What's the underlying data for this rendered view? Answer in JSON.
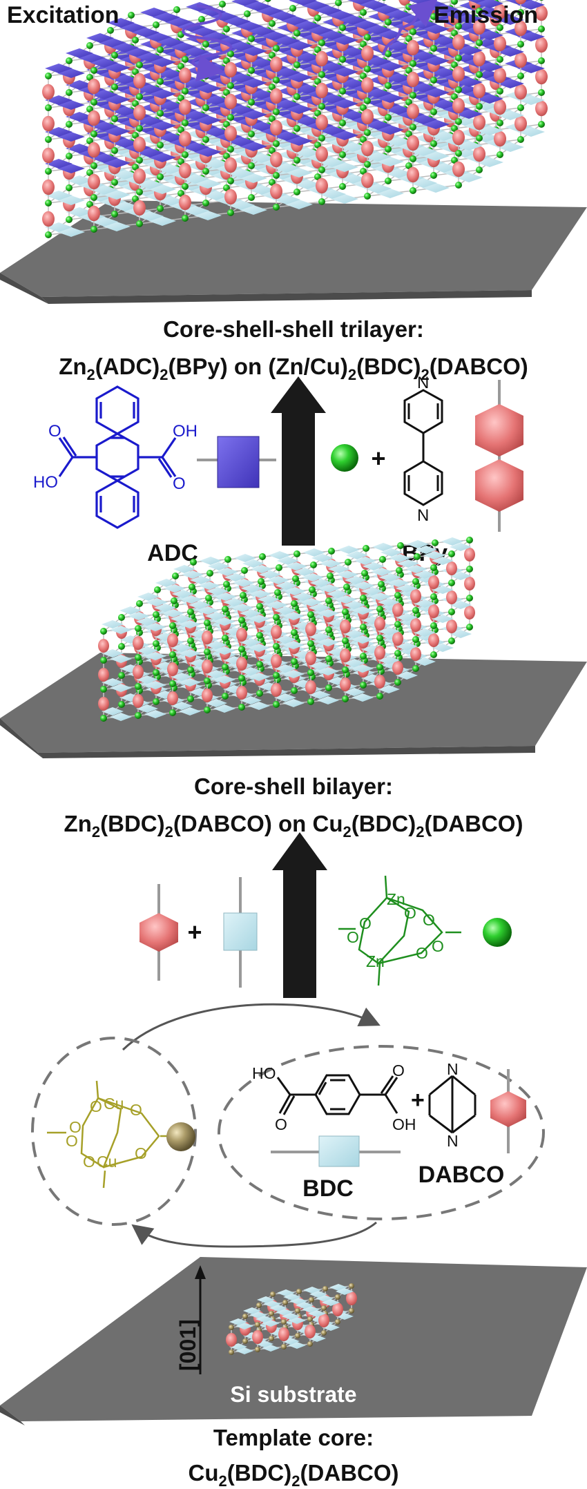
{
  "top": {
    "excitation": "Excitation",
    "emission": "Emission"
  },
  "trilayer_caption": {
    "line1": "Core-shell-shell trilayer:",
    "line2_parts": [
      "Zn",
      "2",
      "(ADC)",
      "2",
      "(BPy) on (Zn/Cu)",
      "2",
      "(BDC)",
      "2",
      "(DABCO)"
    ]
  },
  "linkers_top": {
    "adc_label": "ADC",
    "bpy_label": "BPy",
    "plus": "+",
    "adc_atoms": {
      "o_left": "O",
      "ho": "HO",
      "o_right": "O",
      "oh": "OH"
    },
    "bpy_atoms": {
      "n_top": "N",
      "n_bottom": "N"
    }
  },
  "bilayer_caption": {
    "line1": "Core-shell bilayer:",
    "line2_parts": [
      "Zn",
      "2",
      "(BDC)",
      "2",
      "(DABCO) on Cu",
      "2",
      "(BDC)",
      "2",
      "(DABCO)"
    ]
  },
  "linkers_mid": {
    "plus": "+",
    "zn_cluster": {
      "metal": "Zn",
      "oxygen": "O"
    }
  },
  "template_section": {
    "cu_cluster": {
      "metal": "Cu",
      "oxygen": "O"
    },
    "bdc_label": "BDC",
    "dabco_label": "DABCO",
    "plus": "+",
    "bdc_atoms": {
      "ho": "HO",
      "o_left": "O",
      "o_right": "O",
      "oh": "OH"
    },
    "dabco_atoms": {
      "n_top": "N",
      "n_bottom": "N"
    },
    "direction": "[001]",
    "substrate": "Si substrate"
  },
  "template_caption": {
    "line1": "Template core:",
    "line2_parts": [
      "Cu",
      "2",
      "(BDC)",
      "2",
      "(DABCO)"
    ]
  },
  "colors": {
    "substrate": "#6f6f6f",
    "adc_blue": "#5b4fd6",
    "bdc_cyan": "#b8e0ea",
    "dabco_red": "#e07070",
    "zn_green": "#22bb22",
    "cu_gold": "#a89a6a",
    "arrow": "#1a1a1a",
    "adc_structure": "#1a1acc",
    "zn_structure": "#1f8f1f",
    "cu_structure": "#a6a028"
  }
}
